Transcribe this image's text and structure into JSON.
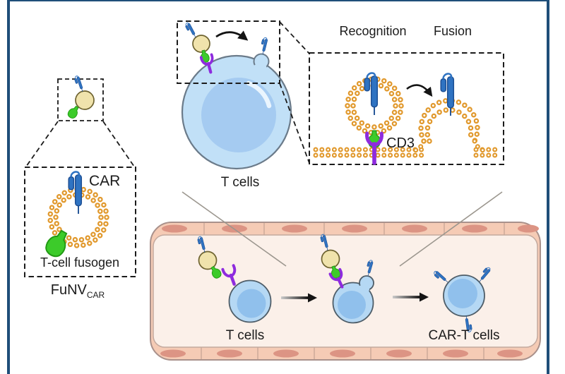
{
  "panels": {
    "funv": {
      "car_label": "CAR",
      "fusogen_label": "T-cell fusogen",
      "title_main": "FuNV",
      "title_sub": "CAR"
    },
    "tcell_closeup": {
      "label": "T cells"
    },
    "mechanism": {
      "recognition_label": "Recognition",
      "fusion_label": "Fusion",
      "cd3_label": "CD3"
    },
    "vessel": {
      "tcells_label": "T cells",
      "cart_label": "CAR-T cells"
    }
  },
  "colors": {
    "frame_blue": "#1f4e79",
    "lipid_orange": "#e1992d",
    "car_blue": "#2f73c2",
    "fusogen_green": "#3ccb2a",
    "cd3_purple": "#8e2bde",
    "cell_blue": "#c1e0f7",
    "nucleus_blue": "#a5cbf1",
    "vesicle_tan": "#f0e3ac",
    "vessel_wall": "#f5cbb5",
    "vessel_lumen": "#fbf0e9",
    "vessel_nucleus": "#dc9484"
  }
}
